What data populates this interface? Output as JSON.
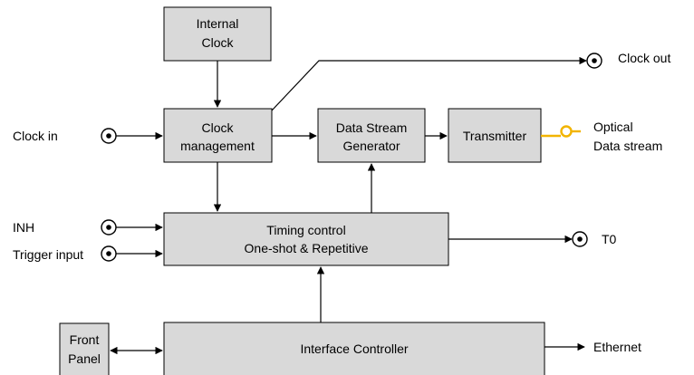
{
  "blocks": {
    "internal_clock": [
      "Internal",
      "Clock"
    ],
    "clock_management": [
      "Clock",
      "management"
    ],
    "data_stream_generator": [
      "Data Stream",
      "Generator"
    ],
    "transmitter": "Transmitter",
    "timing_control": [
      "Timing control",
      "One-shot & Repetitive"
    ],
    "front_panel": [
      "Front",
      "Panel"
    ],
    "interface_controller": "Interface Controller"
  },
  "ports": {
    "clock_in": "Clock in",
    "clock_out": "Clock out",
    "optical": [
      "Optical",
      "Data stream"
    ],
    "inh": "INH",
    "trigger_input": "Trigger input",
    "t0": "T0",
    "ethernet": "Ethernet"
  },
  "colors": {
    "block_fill": "#d9d9d9",
    "optical_fiber": "#f2b400"
  }
}
